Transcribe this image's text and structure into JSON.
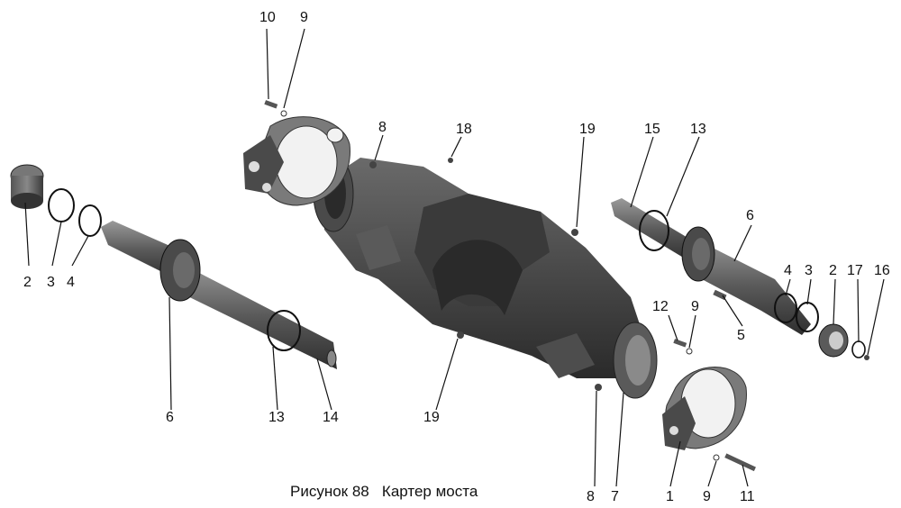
{
  "caption": "Рисунок 88   Картер моста",
  "callouts": [
    "10",
    "9",
    "8",
    "18",
    "19",
    "15",
    "13",
    "6",
    "4",
    "3",
    "2",
    "17",
    "16",
    "2",
    "3",
    "4",
    "12",
    "9",
    "5",
    "6",
    "13",
    "14",
    "19",
    "8",
    "7",
    "1",
    "9",
    "11"
  ]
}
